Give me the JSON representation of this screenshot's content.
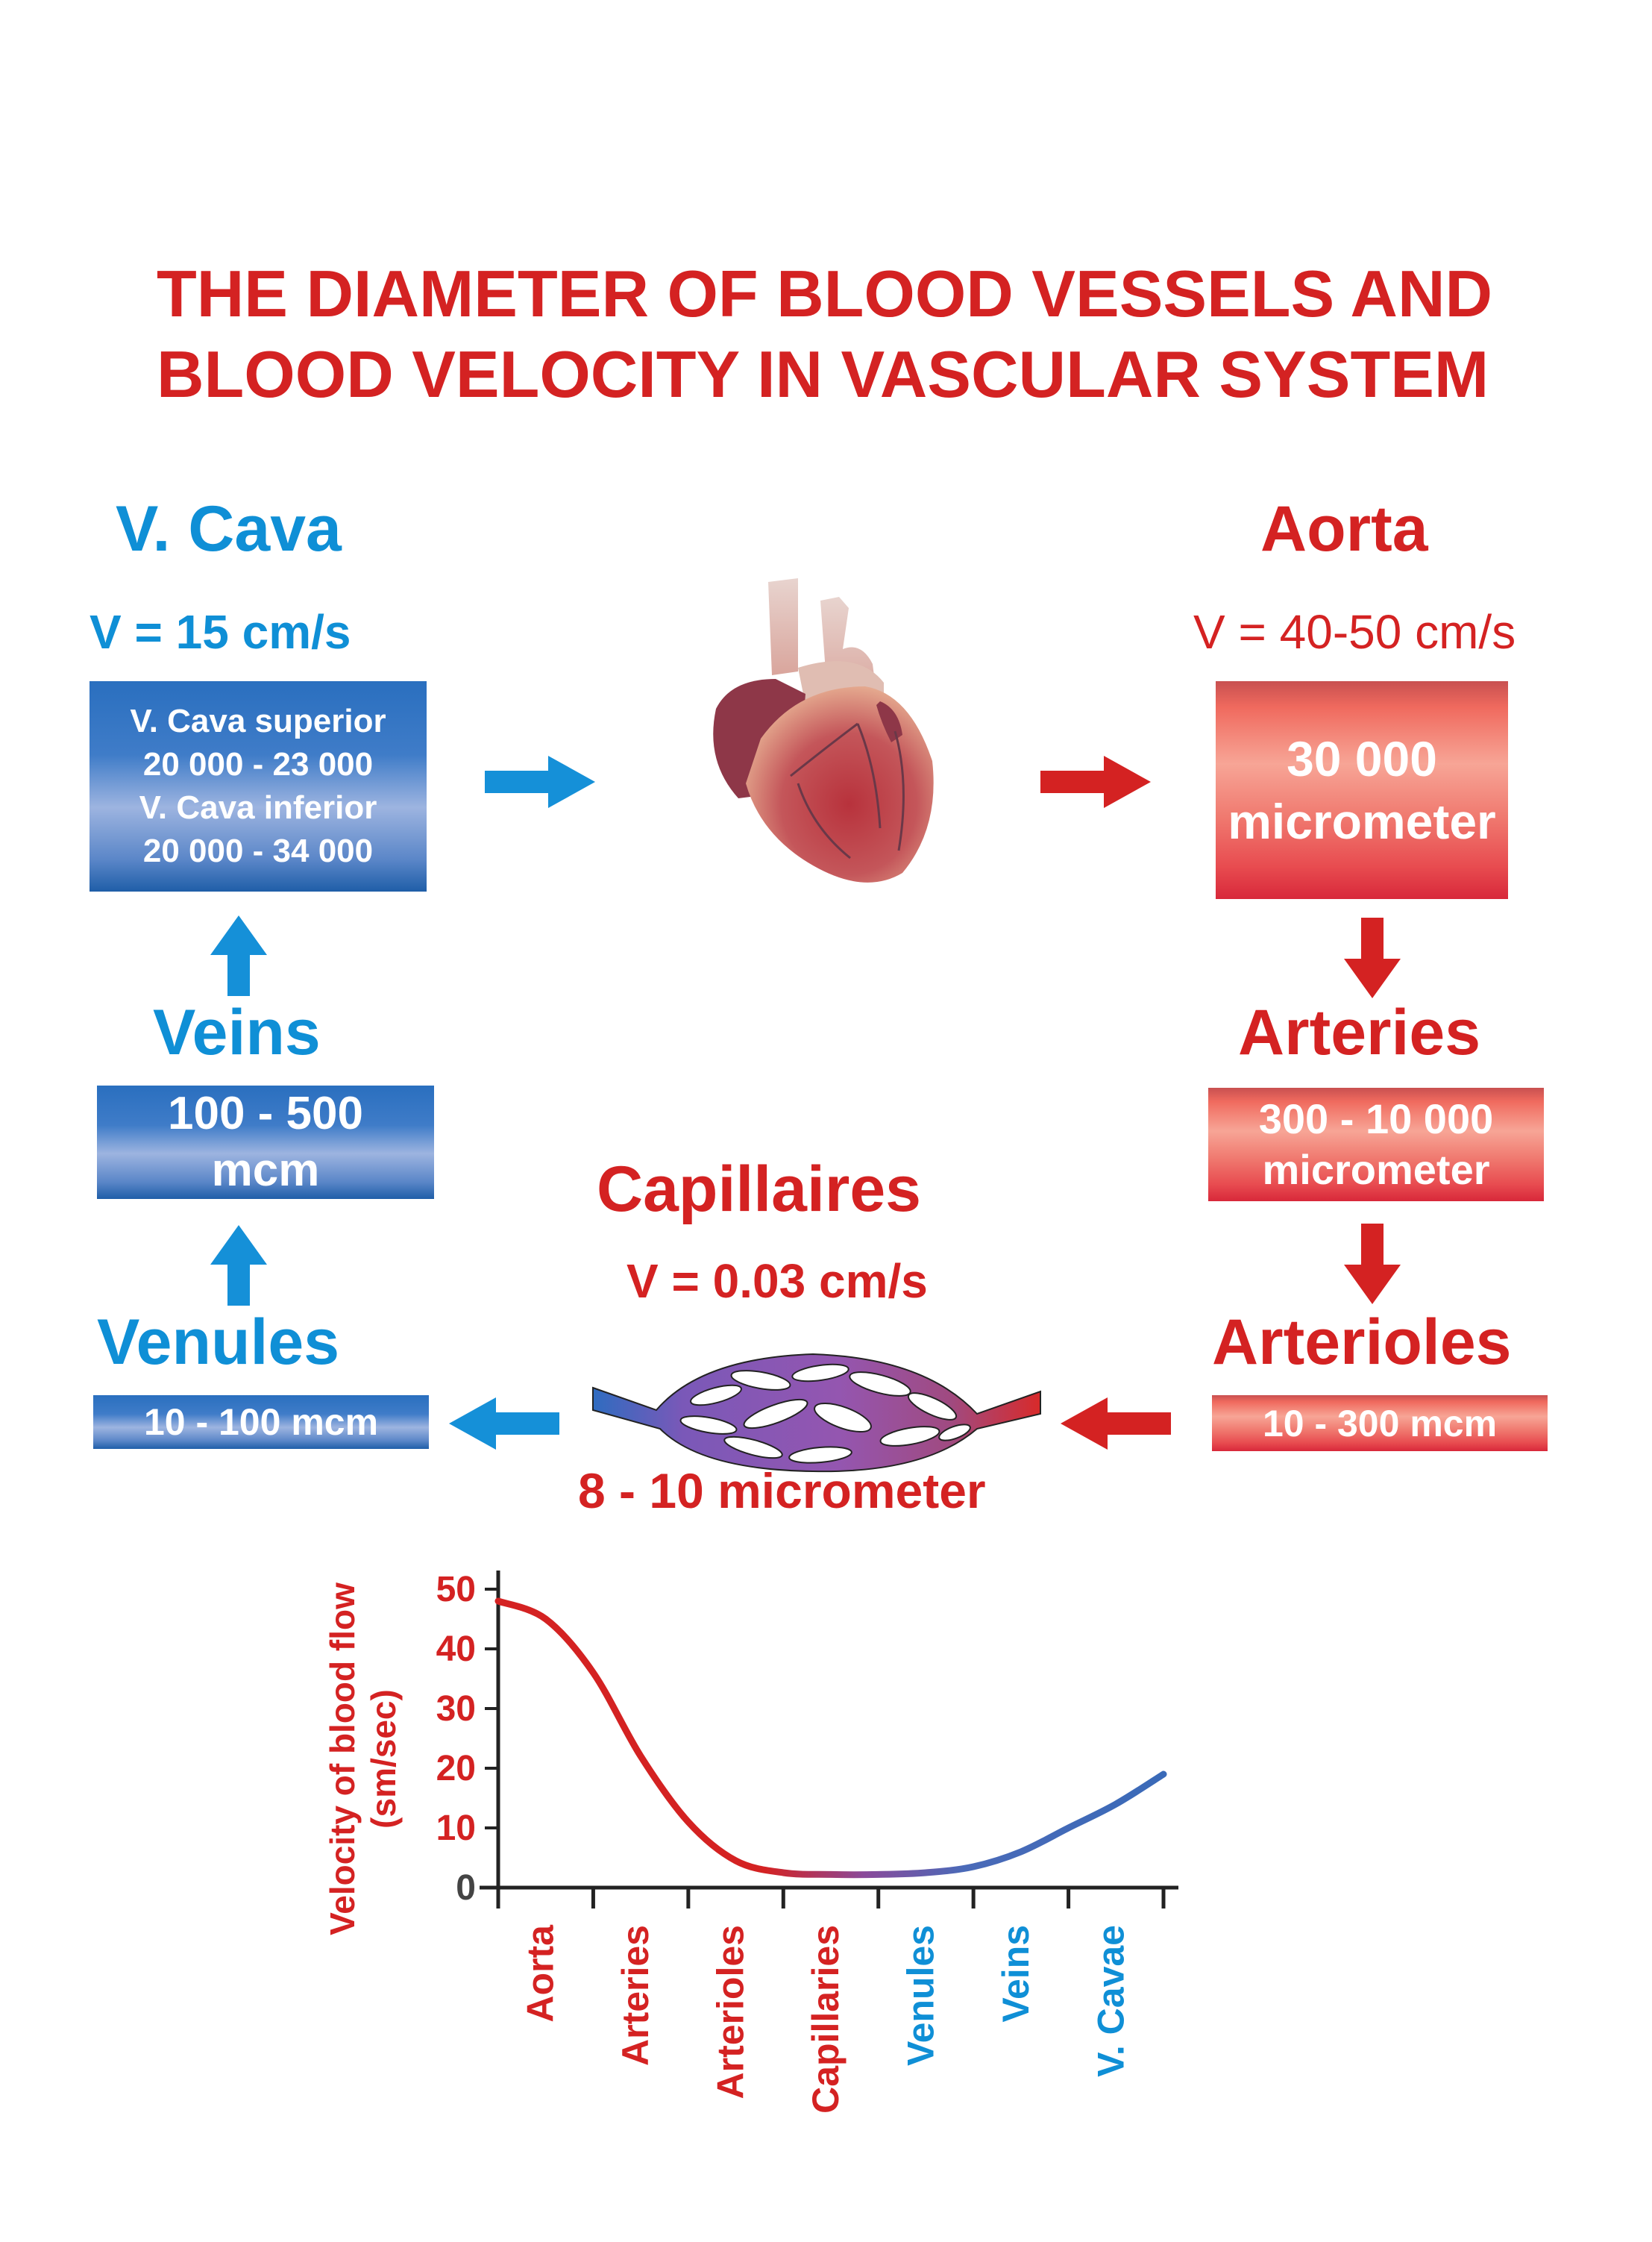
{
  "title": {
    "line1": "THE DIAMETER OF BLOOD VESSELS AND",
    "line2": "BLOOD VELOCITY IN VASCULAR SYSTEM"
  },
  "colors": {
    "arterial": "#d42222",
    "venous": "#0f8fd6",
    "venous_box": "#2a6fbf",
    "arterial_box": "#f06a5e"
  },
  "vena_cava": {
    "label": "V. Cava",
    "velocity": "V = 15 cm/s",
    "superior_label": "V. Cava superior",
    "superior_range": "20 000 - 23 000",
    "inferior_label": "V. Cava inferior",
    "inferior_range": "20 000 - 34 000"
  },
  "aorta": {
    "label": "Aorta",
    "velocity": "V = 40-50 cm/s",
    "diameter_value": "30 000",
    "diameter_unit": "micrometer"
  },
  "veins": {
    "label": "Veins",
    "diameter_value": "100 - 500",
    "diameter_unit": "mcm"
  },
  "arteries": {
    "label": "Arteries",
    "diameter_value": "300 - 10 000",
    "diameter_unit": "micrometer"
  },
  "venules": {
    "label": "Venules",
    "diameter": "10 - 100 mcm"
  },
  "arterioles": {
    "label": "Arterioles",
    "diameter": "10 - 300 mcm"
  },
  "capillaries": {
    "label": "Capillaires",
    "velocity": "V = 0.03 cm/s",
    "diameter": "8 - 10 micrometer"
  },
  "icons": {
    "heart": "heart-illustration",
    "capillary_network": "capillary-network-illustration",
    "arrows": [
      "arrow-right-blue",
      "arrow-right-red",
      "arrow-down-red",
      "arrow-down-red",
      "arrow-left-red",
      "arrow-left-blue",
      "arrow-up-blue",
      "arrow-up-blue"
    ]
  },
  "chart_data": {
    "type": "line",
    "title": "",
    "xlabel": "",
    "ylabel": "Velocity of blood flow (sm/sec)",
    "ylim": [
      0,
      50
    ],
    "yticks": [
      0,
      10,
      20,
      30,
      40,
      50
    ],
    "categories": [
      "Aorta",
      "Arteries",
      "Arterioles",
      "Capillaries",
      "Venules",
      "Veins",
      "V. Cavae"
    ],
    "category_colors": [
      "#d42222",
      "#d42222",
      "#d42222",
      "#d42222",
      "#0f8fd6",
      "#0f8fd6",
      "#0f8fd6"
    ],
    "grid": false,
    "legend": "none",
    "series": [
      {
        "name": "Velocity",
        "x": [
          0,
          0.5,
          1,
          1.5,
          2,
          2.5,
          3,
          3.5,
          4,
          4.5,
          5,
          5.5,
          6,
          6.5,
          7
        ],
        "values": [
          48,
          45,
          36,
          22,
          11,
          4.5,
          2.5,
          2.2,
          2.2,
          2.5,
          3.5,
          6,
          10,
          14,
          19
        ]
      }
    ]
  }
}
